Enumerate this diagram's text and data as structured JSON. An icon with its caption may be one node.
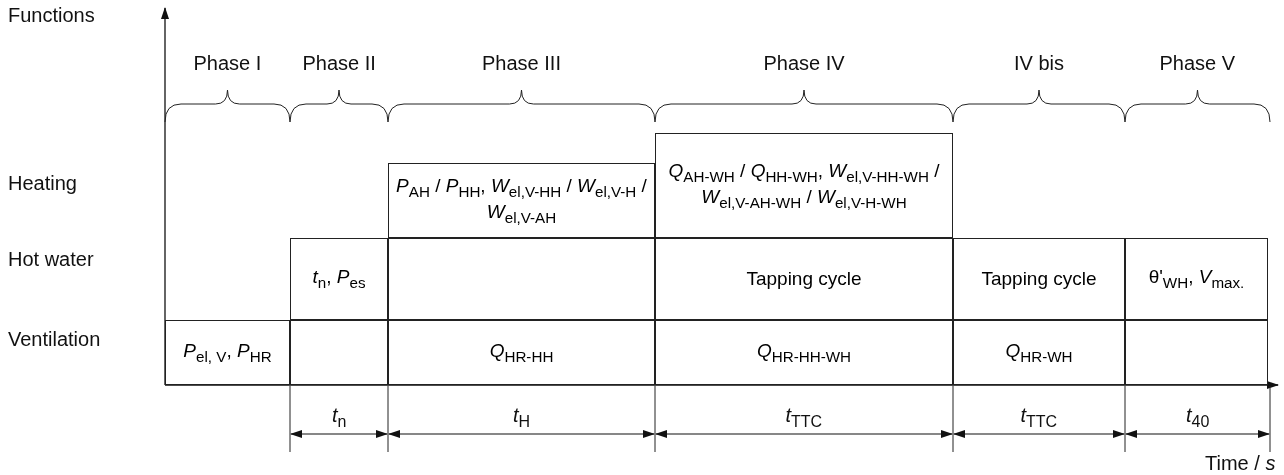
{
  "diagram": {
    "nodes": [
      {
        "text": [
          "*P*$_{AH}$ / *P*$_{HH}$, *W*$_{el,V-HH}$ / *W*$_{el,V-H}$ / *W*$_{el,V-AH}$"
        ]
      },
      {
        "text": [
          "*Q*$_{AH-WH}$ / *Q*$_{HH-WH}$, *W*$_{el,V-HH-WH}$ / *W*$_{el,V-AH-WH}$ / *W*$_{el,V-H-WH}$"
        ]
      },
      {
        "text": [
          "*t*$_{n}$, *P*$_{es}$"
        ]
      },
      {
        "text": [],
        "shape": "box"
      },
      {
        "text": [
          "Tapping cycle"
        ]
      },
      {
        "text": [
          "Tapping cycle"
        ]
      },
      {
        "text": [
          "θ'$_{WH}$, *V*$_{max.}$"
        ]
      },
      {
        "text": [
          "*P*$_{el, V}$, *P*$_{HR}$"
        ]
      },
      {
        "text": [],
        "shape": "box"
      },
      {
        "text": [
          "*Q*$_{HR-HH}$"
        ]
      },
      {
        "text": [
          "*Q*$_{HR-HH-WH}$"
        ]
      },
      {
        "text": [
          "*Q*$_{HR-WH}$"
        ]
      },
      {
        "text": [],
        "shape": "box"
      }
    ],
    "edges": [],
    "labels": [
      "Functions",
      "Phase I",
      "Phase II",
      "Phase III",
      "Phase IV",
      "IV bis",
      "Phase V",
      "Heating",
      "Hot water",
      "Ventilation",
      "*t*$_{n}$",
      "*t*$_{H}$",
      "*t*$_{TTC}$",
      "*t*$_{TTC}$",
      "*t*$_{40}$",
      "Time / *s*"
    ]
  }
}
